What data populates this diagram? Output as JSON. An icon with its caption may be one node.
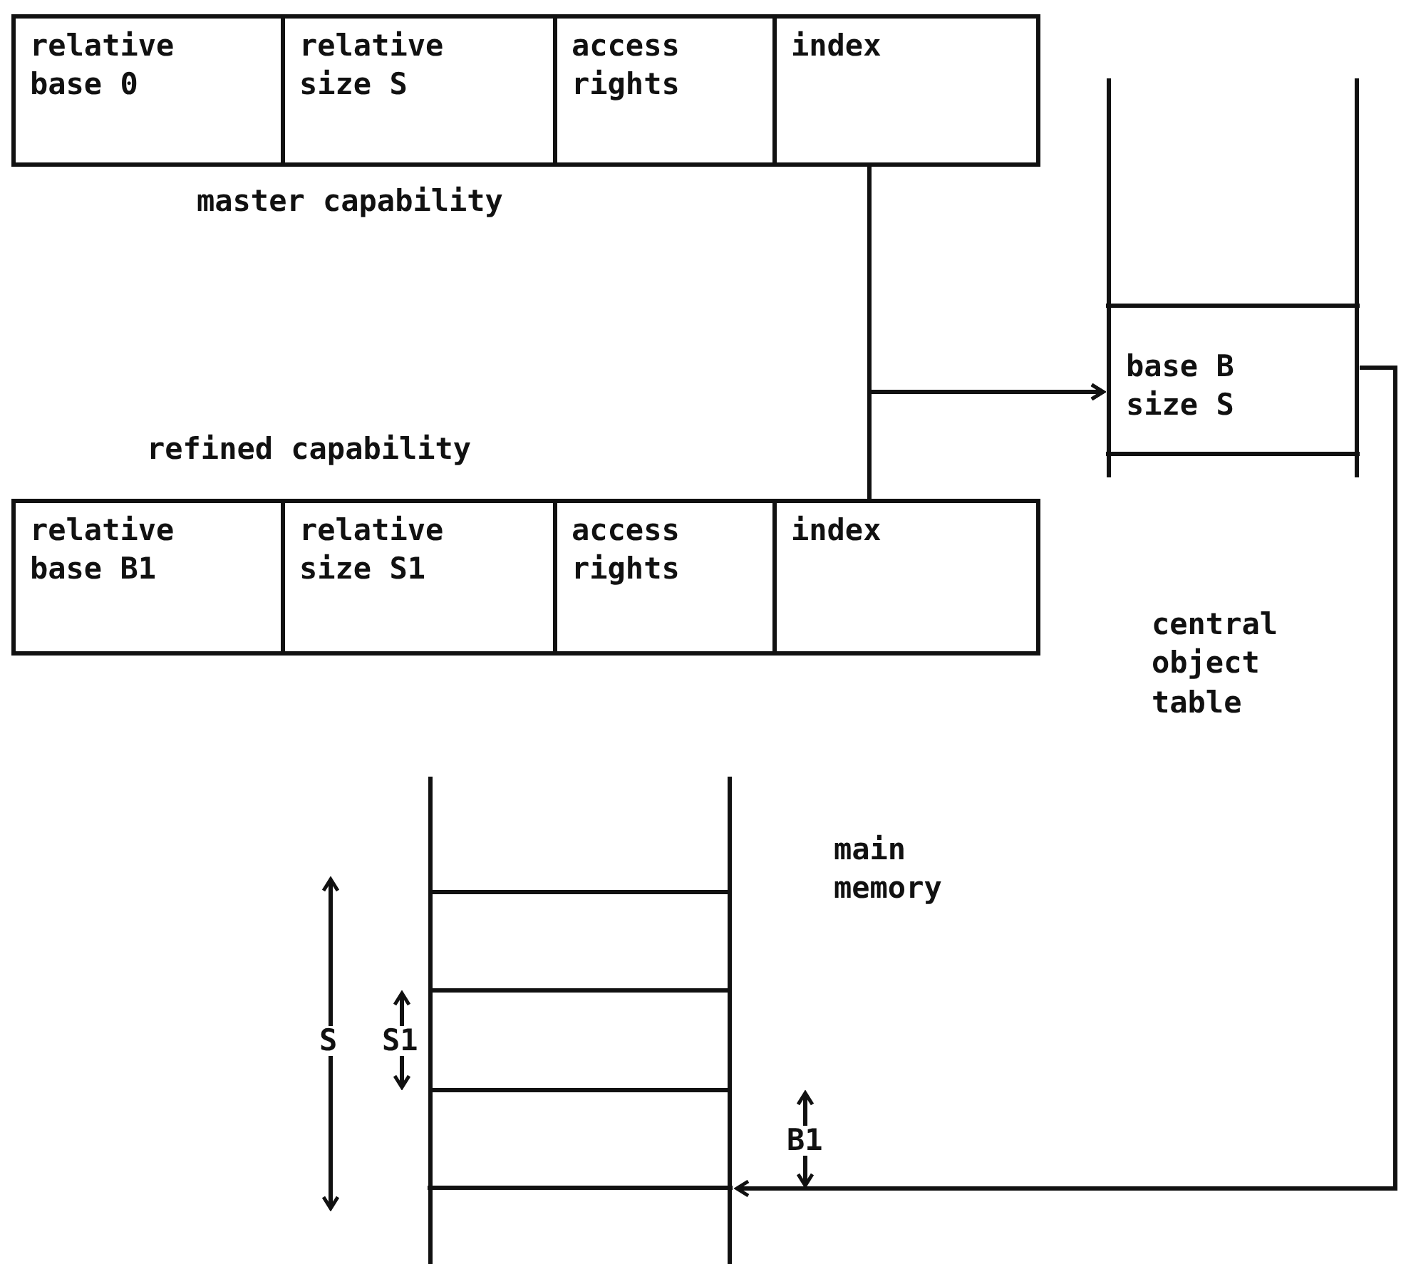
{
  "diagram": {
    "nodes": [
      {
        "text": [
          "master capability"
        ]
      },
      {
        "text": [
          "relative base 0"
        ],
        "in": 0
      },
      {
        "text": [
          "relative size S"
        ],
        "in": 0
      },
      {
        "text": [
          "access rights"
        ],
        "in": 0
      },
      {
        "text": [
          "index"
        ],
        "in": 0
      },
      {
        "text": [
          "refined capability"
        ]
      },
      {
        "text": [
          "relative base B1"
        ],
        "in": 5
      },
      {
        "text": [
          "relative size S1"
        ],
        "in": 5
      },
      {
        "text": [
          "access rights"
        ],
        "in": 5
      },
      {
        "text": [
          "index"
        ],
        "in": 5
      },
      {
        "text": [
          "central object table"
        ]
      },
      {
        "text": [
          "base B size S"
        ],
        "in": 10
      },
      {
        "text": [
          "main memory"
        ]
      },
      {
        "text": [],
        "shape": "box",
        "in": 12
      }
    ],
    "edges": [
      {
        "from": 4,
        "to": 11,
        "arrow": "to"
      },
      {
        "from": 9,
        "to": 11,
        "arrow": "to"
      },
      {
        "from": 11,
        "to": 13,
        "arrow": "to"
      }
    ],
    "labels": [
      "S",
      "S1",
      "B1"
    ]
  }
}
